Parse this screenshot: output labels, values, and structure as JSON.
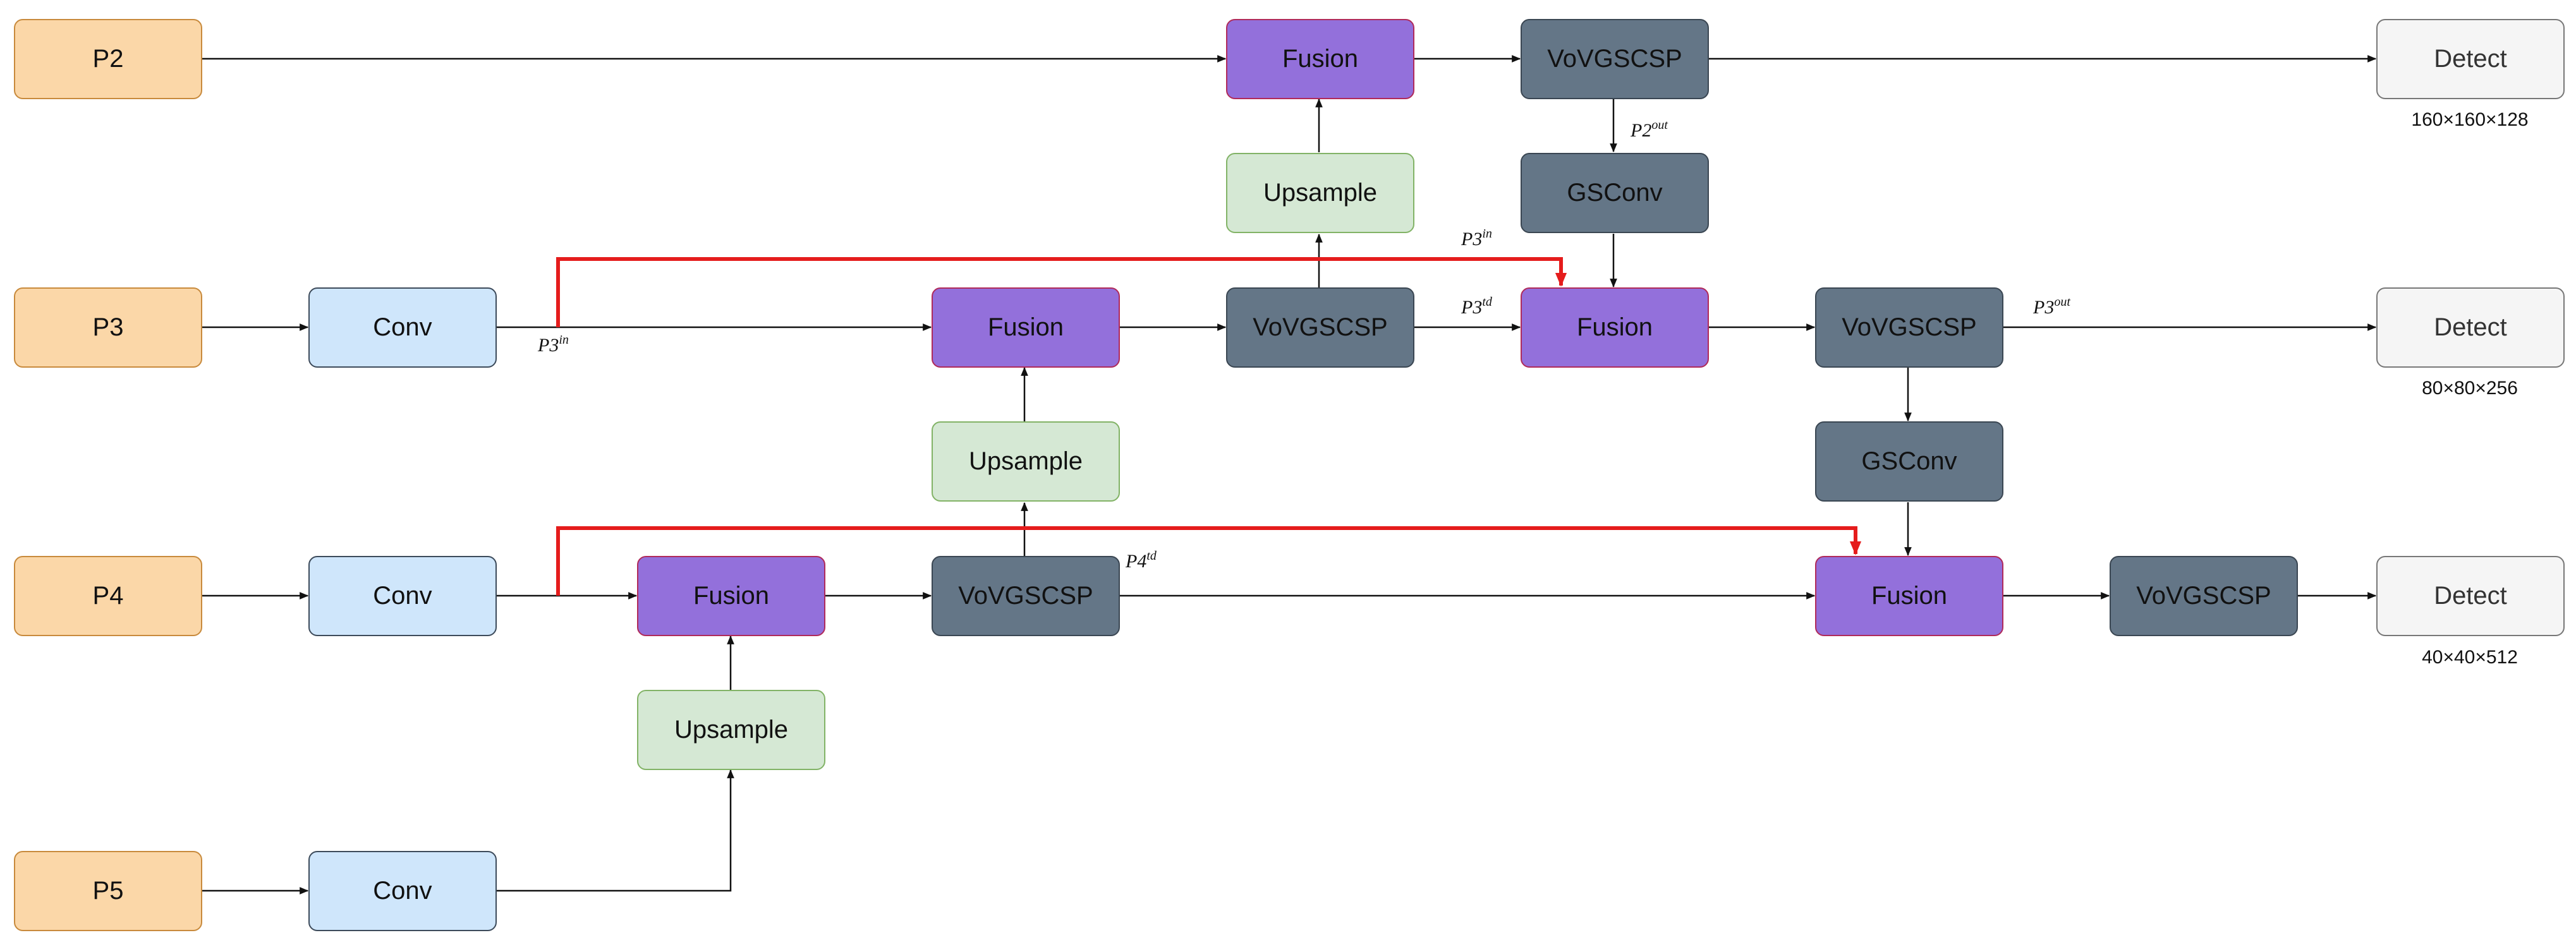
{
  "nodes": {
    "p2": "P2",
    "p3": "P3",
    "p4": "P4",
    "p5": "P5",
    "conv_p3": "Conv",
    "conv_p4": "Conv",
    "conv_p5": "Conv",
    "upsample_p5": "Upsample",
    "fusion_p4": "Fusion",
    "vov_p4": "VoVGSCSP",
    "upsample_p4": "Upsample",
    "fusion_p3": "Fusion",
    "vov_p3": "VoVGSCSP",
    "upsample_p3": "Upsample",
    "fusion_p2": "Fusion",
    "vov_p2": "VoVGSCSP",
    "gsconv_p2": "GSConv",
    "fusion_p3_out": "Fusion",
    "vov_p3_out": "VoVGSCSP",
    "gsconv_p3": "GSConv",
    "fusion_p4_out": "Fusion",
    "vov_p4_out": "VoVGSCSP",
    "detect_p2": "Detect",
    "detect_p3": "Detect",
    "detect_p4": "Detect"
  },
  "shapes": {
    "detect_p2": "160×160×128",
    "detect_p3": "80×80×256",
    "detect_p4": "40×40×512"
  },
  "annotations": {
    "p3_in_a": {
      "base": "P3",
      "sup": "in"
    },
    "p3_in_b": {
      "base": "P3",
      "sup": "in"
    },
    "p3_td": {
      "base": "P3",
      "sup": "td"
    },
    "p3_out": {
      "base": "P3",
      "sup": "out"
    },
    "p2_out": {
      "base": "P2",
      "sup": "out"
    },
    "p4_td": {
      "base": "P4",
      "sup": "td"
    }
  },
  "colors": {
    "edge": "#111111",
    "skip_edge": "#e51c1c"
  }
}
